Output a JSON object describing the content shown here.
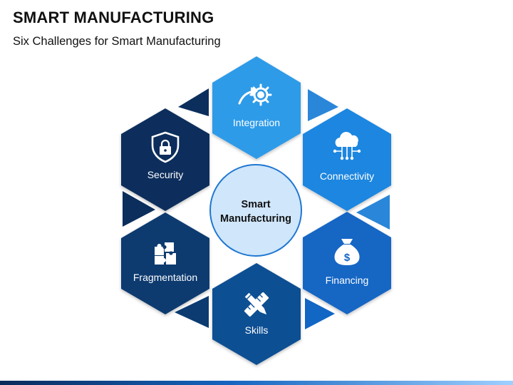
{
  "title": "SMART MANUFACTURING",
  "subtitle": "Six Challenges for Smart Manufacturing",
  "center": {
    "line1": "Smart",
    "line2": "Manufacturing"
  },
  "challenges": [
    {
      "label": "Integration",
      "icon": "gear-arrow-icon",
      "color": "#2e9be8"
    },
    {
      "label": "Connectivity",
      "icon": "cloud-network-icon",
      "color": "#1f86e0"
    },
    {
      "label": "Financing",
      "icon": "money-bag-icon",
      "color": "#1266c4"
    },
    {
      "label": "Skills",
      "icon": "ruler-pencil-icon",
      "color": "#0f4f93"
    },
    {
      "label": "Fragmentation",
      "icon": "puzzle-icon",
      "color": "#0b3b70"
    },
    {
      "label": "Security",
      "icon": "shield-lock-icon",
      "color": "#0b2e5c"
    }
  ],
  "colors": {
    "center_fill": "#cfe6fb",
    "center_stroke": "#1f77d1",
    "connector_dark": "#0b2e5c",
    "connector_light": "#2a86d8"
  }
}
